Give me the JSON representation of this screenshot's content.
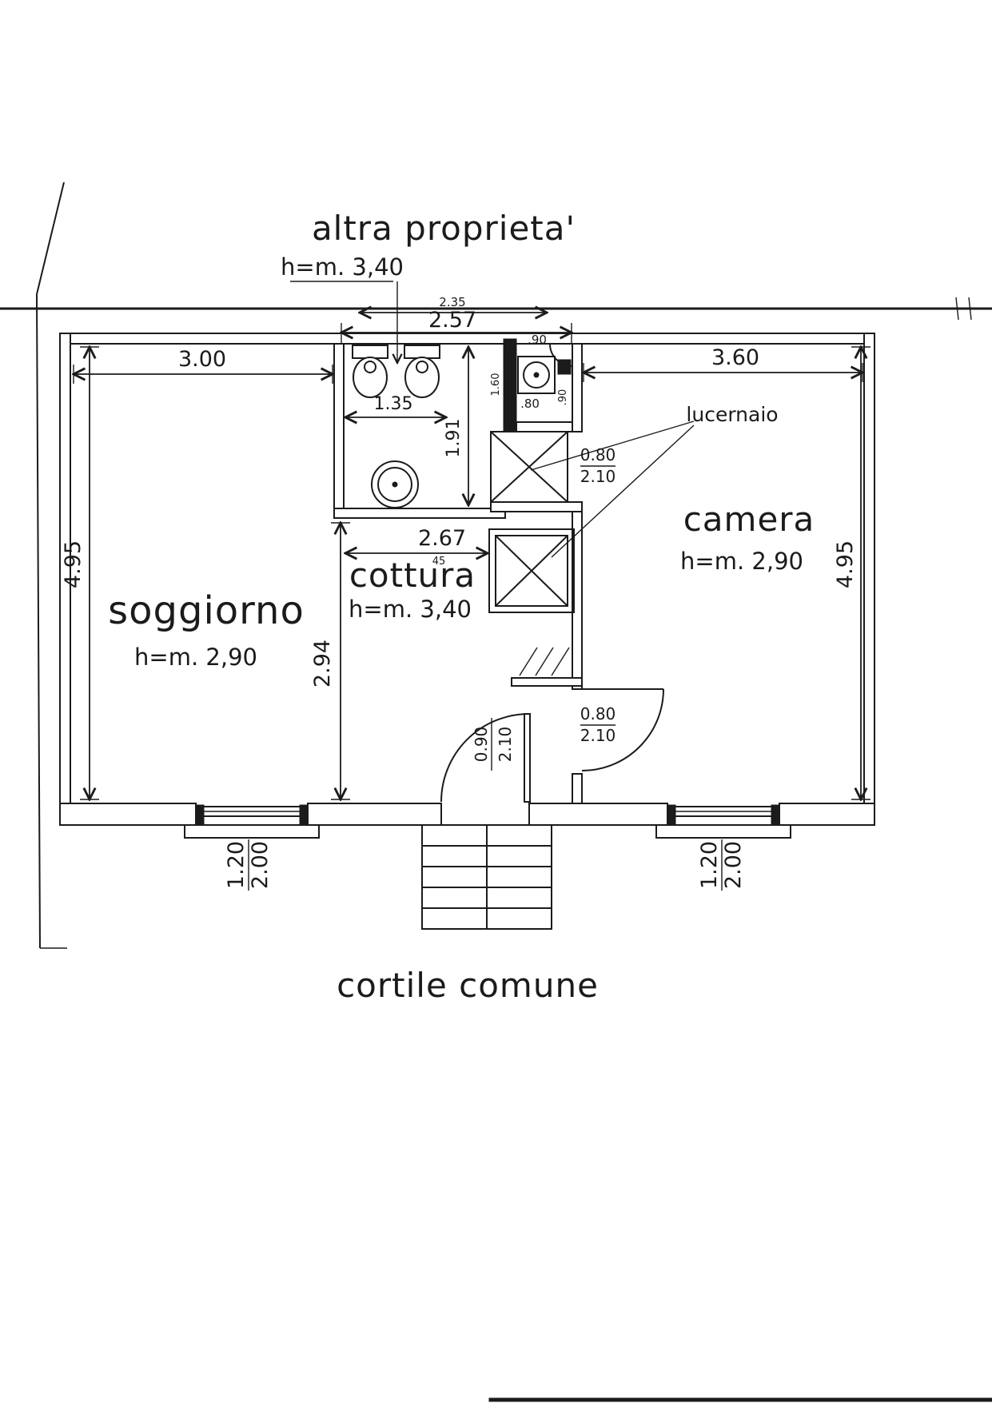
{
  "page": {
    "top_area_label": "altra proprieta'",
    "bottom_area_label": "cortile comune",
    "top_height_note": "h=m. 3,40",
    "skylight_label": "lucernaio"
  },
  "rooms": {
    "soggiorno": {
      "name": "soggiorno",
      "height_note": "h=m. 2,90"
    },
    "cottura": {
      "name": "cottura",
      "height_note": "h=m. 3,40"
    },
    "camera": {
      "name": "camera",
      "height_note": "h=m. 2,90"
    }
  },
  "dimensions": {
    "top_upper": "2.35",
    "top_lower": "2.57",
    "soggiorno_width": "3.00",
    "camera_width": "3.60",
    "bath_width": "1.35",
    "bath_depth": "1.91",
    "left_height": "4.95",
    "right_height": "4.95",
    "cottura_depth": "2.94",
    "cottura_width": "2.67",
    "cottura_width_sub": "45",
    "shower_top": ".90",
    "shower_side_left": "1.60",
    "shower_inner": ".80",
    "shower_side_right": ".90"
  },
  "openings": {
    "bath_door": {
      "width": "0.80",
      "height": "2.10"
    },
    "camera_door": {
      "width": "0.80",
      "height": "2.10"
    },
    "entry_door": {
      "width": "0.90",
      "height": "2.10"
    },
    "window_left": {
      "width": "1.20",
      "height": "2.00"
    },
    "window_right": {
      "width": "1.20",
      "height": "2.00"
    }
  },
  "colors": {
    "ink": "#1b1b1b",
    "paper": "#ffffff"
  }
}
